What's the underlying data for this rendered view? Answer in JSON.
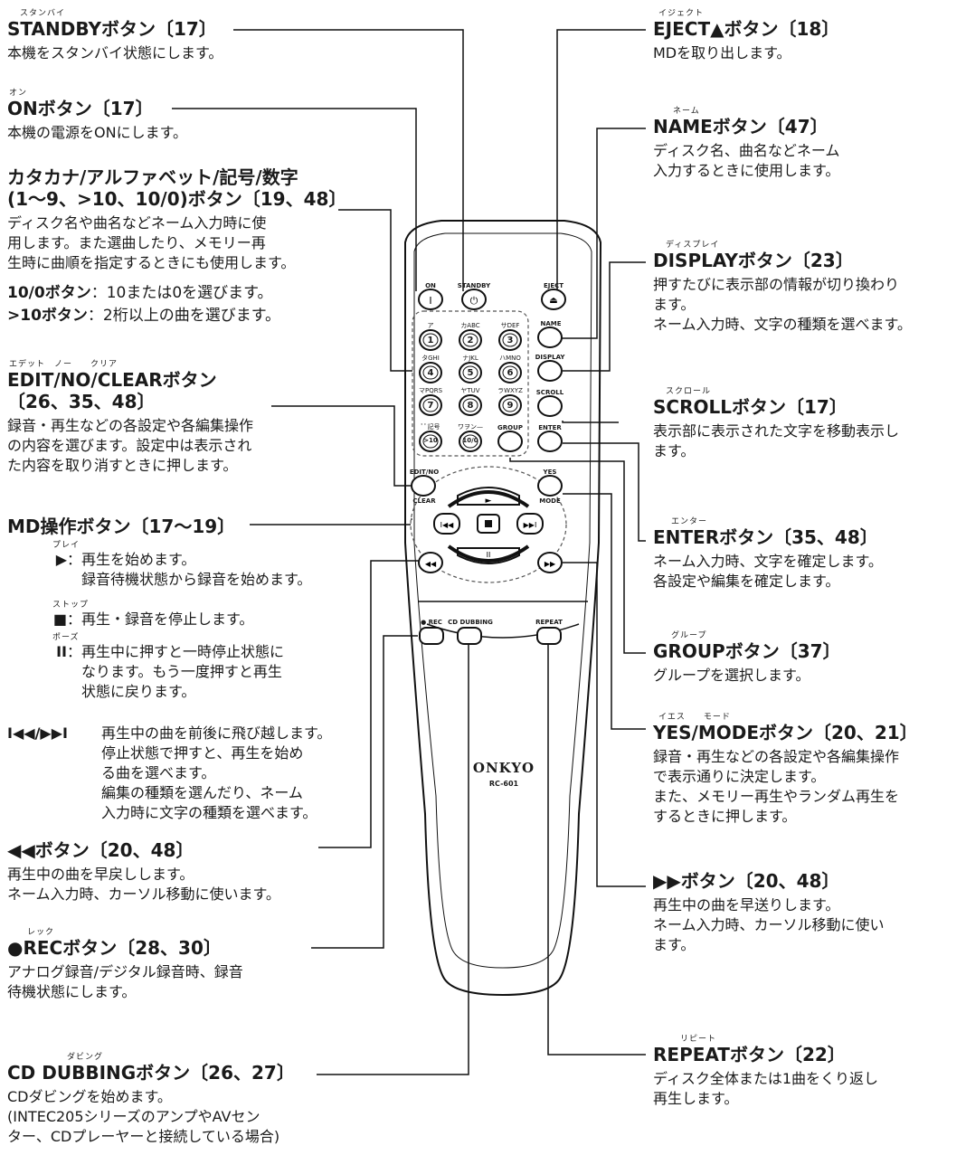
{
  "left": [
    {
      "id": "standby",
      "ruby": "スタンバイ",
      "title": "STANDBYボタン〔17〕",
      "desc": [
        "本機をスタンバイ状態にします。"
      ]
    },
    {
      "id": "on",
      "ruby": "オン",
      "title": "ONボタン〔17〕",
      "desc": [
        "本機の電源をONにします。"
      ]
    },
    {
      "id": "kana",
      "title_lines": [
        "カタカナ/アルファベット/記号/数字",
        "(1〜9、>10、10/0)ボタン〔19、48〕"
      ],
      "desc": [
        "ディスク名や曲名などネーム入力時に使",
        "用します。また選曲したり、メモリー再",
        "生時に曲順を指定するときにも使用します。"
      ],
      "rows": [
        {
          "sym": "10/0ボタン",
          "txt": "：10または0を選びます。"
        },
        {
          "sym": ">10ボタン",
          "txt": "：2桁以上の曲を選びます。"
        }
      ]
    },
    {
      "id": "edit",
      "ruby": "エデット　ノー　　クリア",
      "title_lines": [
        "EDIT/NO/CLEARボタン",
        "〔26、35、48〕"
      ],
      "desc": [
        "録音・再生などの各設定や各編集操作",
        "の内容を選びます。設定中は表示され",
        "た内容を取り消すときに押します。"
      ]
    },
    {
      "id": "md",
      "title": "MD操作ボタン〔17〜19〕",
      "items": [
        {
          "ruby": "プレイ",
          "sym": "▶",
          "txt": [
            "：再生を始めます。",
            "　録音待機状態から録音を始めます。"
          ]
        },
        {
          "ruby": "ストップ",
          "sym": "■",
          "txt": [
            "：再生・録音を停止します。"
          ]
        },
        {
          "ruby": "ポーズ",
          "sym": "II",
          "txt": [
            "：再生中に押すと一時停止状態に",
            "　なります。もう一度押すと再生",
            "　状態に戻ります。"
          ]
        }
      ],
      "skip": {
        "sym": "I◀◀/▶▶I",
        "txt": [
          "再生中の曲を前後に飛び越します。",
          "停止状態で押すと、再生を始め",
          "る曲を選べます。",
          "編集の種類を選んだり、ネーム",
          "入力時に文字の種類を選べます。"
        ]
      }
    },
    {
      "id": "rew",
      "title": "◀◀ボタン〔20、48〕",
      "desc": [
        "再生中の曲を早戻しします。",
        "ネーム入力時、カーソル移動に使います。"
      ]
    },
    {
      "id": "rec",
      "ruby": "レック",
      "title": "●RECボタン〔28、30〕",
      "desc": [
        "アナログ録音/デジタル録音時、録音",
        "待機状態にします。"
      ]
    },
    {
      "id": "cddub",
      "ruby": "ダビング",
      "title": "CD DUBBINGボタン〔26、27〕",
      "desc": [
        "CDダビングを始めます。",
        "(INTEC205シリーズのアンプやAVセン",
        "ター、CDプレーヤーと接続している場合)"
      ]
    }
  ],
  "right": [
    {
      "id": "eject",
      "ruby": "イジェクト",
      "title": "EJECT▲ボタン〔18〕",
      "desc": [
        "MDを取り出します。"
      ]
    },
    {
      "id": "name",
      "ruby": "ネーム",
      "title": "NAMEボタン〔47〕",
      "desc": [
        "ディスク名、曲名などネーム",
        "入力するときに使用します。"
      ]
    },
    {
      "id": "display",
      "ruby": "ディスプレイ",
      "title": "DISPLAYボタン〔23〕",
      "desc": [
        "押すたびに表示部の情報が切り換わり",
        "ます。",
        "ネーム入力時、文字の種類を選べます。"
      ]
    },
    {
      "id": "scroll",
      "ruby": "スクロール",
      "title": "SCROLLボタン〔17〕",
      "desc": [
        "表示部に表示された文字を移動表示し",
        "ます。"
      ]
    },
    {
      "id": "enter",
      "ruby": "エンター",
      "title": "ENTERボタン〔35、48〕",
      "desc": [
        "ネーム入力時、文字を確定します。",
        "各設定や編集を確定します。"
      ]
    },
    {
      "id": "group",
      "ruby": "グループ",
      "title": "GROUPボタン〔37〕",
      "desc": [
        "グループを選択します。"
      ]
    },
    {
      "id": "yes",
      "ruby": "イエス　　モード",
      "title": "YES/MODEボタン〔20、21〕",
      "desc": [
        "録音・再生などの各設定や各編集操作",
        "で表示通りに決定します。",
        "また、メモリー再生やランダム再生を",
        "するときに押します。"
      ]
    },
    {
      "id": "ff",
      "title": "▶▶ボタン〔20、48〕",
      "desc": [
        "再生中の曲を早送りします。",
        "ネーム入力時、カーソル移動に使い",
        "ます。"
      ]
    },
    {
      "id": "repeat",
      "ruby": "リピート",
      "title": "REPEATボタン〔22〕",
      "desc": [
        "ディスク全体または1曲をくり返し",
        "再生します。"
      ]
    }
  ],
  "remote": {
    "brand": "ONKYO",
    "model": "RC-601",
    "labels": {
      "on": "ON",
      "standby": "STANDBY",
      "eject": "EJECT",
      "name": "NAME",
      "display": "DISPLAY",
      "scroll": "SCROLL",
      "enter": "ENTER",
      "group": "GROUP",
      "editno": "EDIT/NO",
      "clear": "CLEAR",
      "yes": "YES",
      "mode": "MODE",
      "rec": "● REC",
      "cddub": "CD DUBBING",
      "repeat": "REPEAT"
    },
    "keys": [
      {
        "d": "1",
        "k": "ア"
      },
      {
        "d": "2",
        "k": "カABC"
      },
      {
        "d": "3",
        "k": "サDEF"
      },
      {
        "d": "4",
        "k": "タGHI"
      },
      {
        "d": "5",
        "k": "ナJKL"
      },
      {
        "d": "6",
        "k": "ハMNO"
      },
      {
        "d": "7",
        "k": "マPQRS"
      },
      {
        "d": "8",
        "k": "ヤTUV"
      },
      {
        "d": "9",
        "k": "ラWXYZ"
      },
      {
        "d": ">10",
        "k": "ﾟﾟ記号"
      },
      {
        "d": "10/0",
        "k": "ワヲン—"
      }
    ]
  }
}
